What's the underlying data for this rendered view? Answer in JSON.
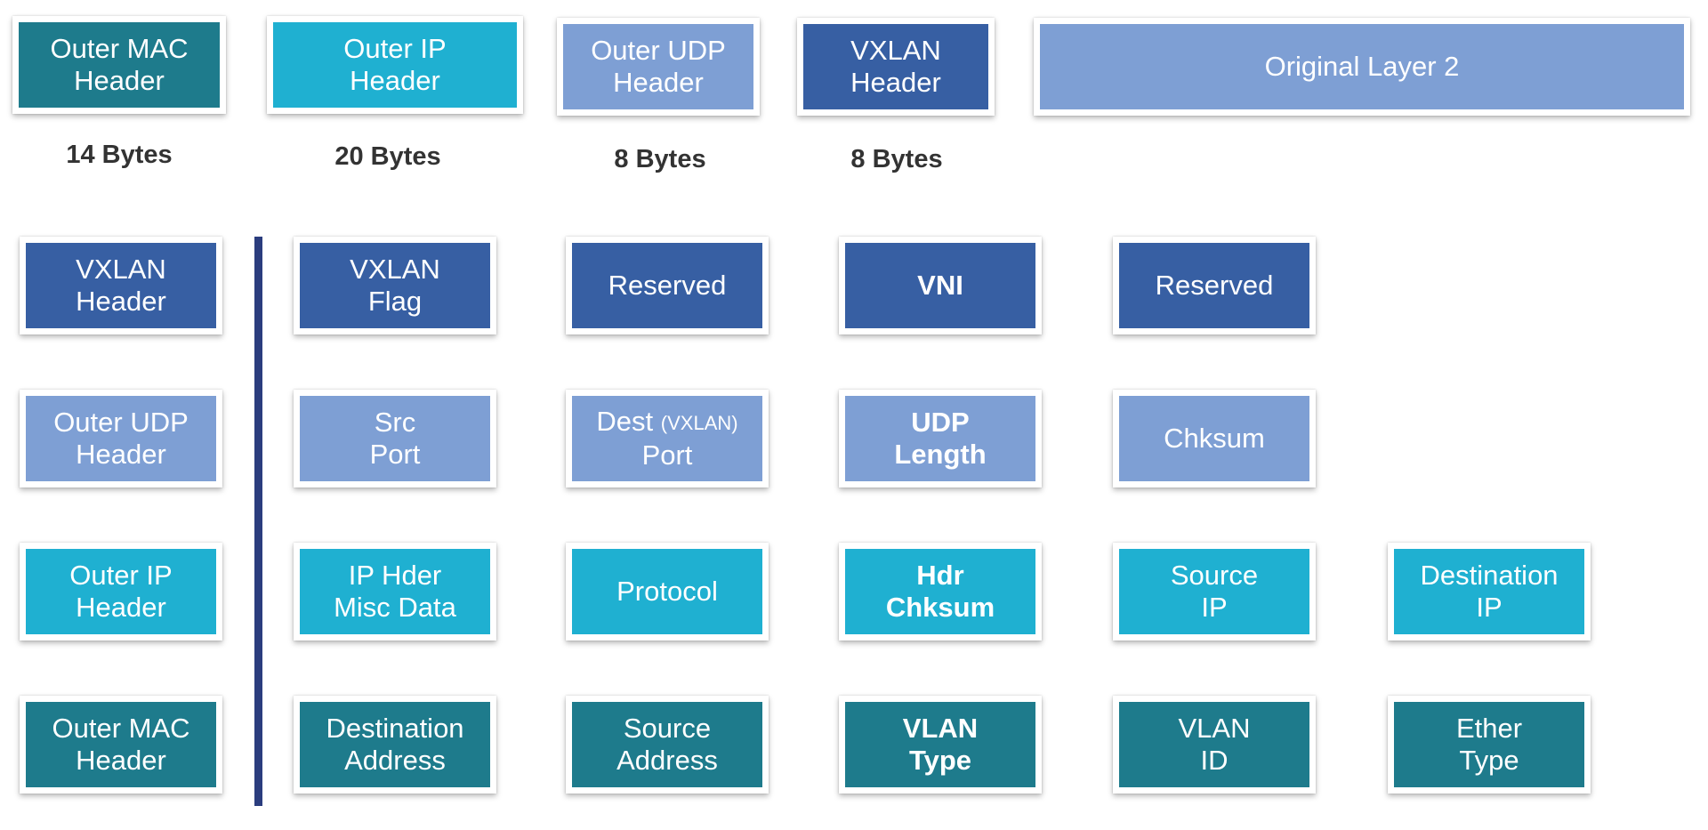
{
  "top_row": {
    "outer_mac": [
      "Outer MAC",
      "Header"
    ],
    "outer_ip": [
      "Outer IP",
      "Header"
    ],
    "outer_udp": [
      "Outer UDP",
      "Header"
    ],
    "vxlan": [
      "VXLAN",
      "Header"
    ],
    "original": "Original Layer 2"
  },
  "sizes": {
    "outer_mac": "14 Bytes",
    "outer_ip": "20 Bytes",
    "outer_udp": "8 Bytes",
    "vxlan": "8 Bytes"
  },
  "rows": {
    "vxlan": {
      "label": [
        "VXLAN",
        "Header"
      ],
      "fields": [
        [
          "VXLAN",
          "Flag"
        ],
        [
          "Reserved"
        ],
        [
          "VNI"
        ],
        [
          "Reserved"
        ]
      ]
    },
    "udp": {
      "label": [
        "Outer UDP",
        "Header"
      ],
      "src_port": [
        "Src",
        "Port"
      ],
      "dest_port": {
        "main": "Dest",
        "note": "(VXLAN)",
        "line2": "Port"
      },
      "udp_length": [
        "UDP",
        "Length"
      ],
      "chksum": "Chksum"
    },
    "ip": {
      "label": [
        "Outer IP",
        "Header"
      ],
      "fields": [
        [
          "IP Hder",
          "Misc Data"
        ],
        [
          "Protocol"
        ],
        [
          "Hdr",
          "Chksum"
        ],
        [
          "Source",
          "IP"
        ],
        [
          "Destination",
          "IP"
        ]
      ]
    },
    "mac": {
      "label": [
        "Outer MAC",
        "Header"
      ],
      "fields": [
        [
          "Destination",
          "Address"
        ],
        [
          "Source",
          "Address"
        ],
        [
          "VLAN",
          "Type"
        ],
        [
          "VLAN",
          "ID"
        ],
        [
          "Ether",
          "Type"
        ]
      ]
    }
  },
  "colors": {
    "mac": "#1e7b8c",
    "ip": "#1fb0d1",
    "udp": "#7e9fd4",
    "vxlan": "#375fa3",
    "divider": "#2b3d7e"
  }
}
